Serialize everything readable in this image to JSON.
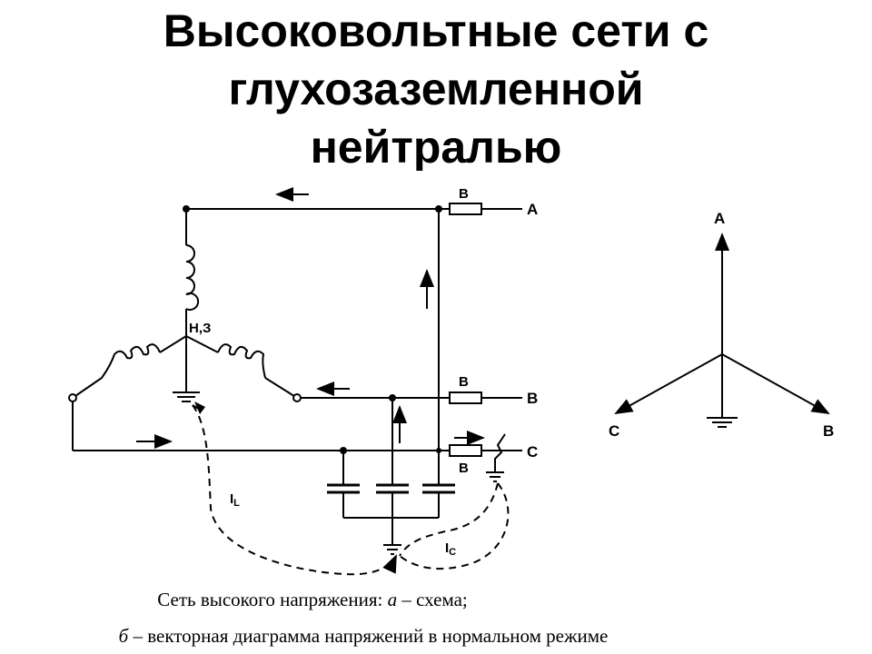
{
  "title": {
    "line1": "Высоковольтные сети с",
    "line2": "глухозаземленной",
    "line3": "нейтралью"
  },
  "schematic": {
    "phase_a": "A",
    "phase_b": "B",
    "phase_c": "C",
    "breaker_a": "B",
    "breaker_b": "B",
    "breaker_c": "B",
    "neutral_label": "Н,З",
    "current_l": "I",
    "current_l_sub": "L",
    "current_c": "I",
    "current_c_sub": "C"
  },
  "vector_diagram": {
    "label_a": "A",
    "label_b": "B",
    "label_c": "C"
  },
  "caption": {
    "line1_prefix": "Сеть высокого напряжения: ",
    "line1_italic": "а",
    "line1_suffix": " – схема;",
    "line2_italic": "б",
    "line2_suffix": " – векторная диаграмма напряжений в нормальном режиме"
  }
}
